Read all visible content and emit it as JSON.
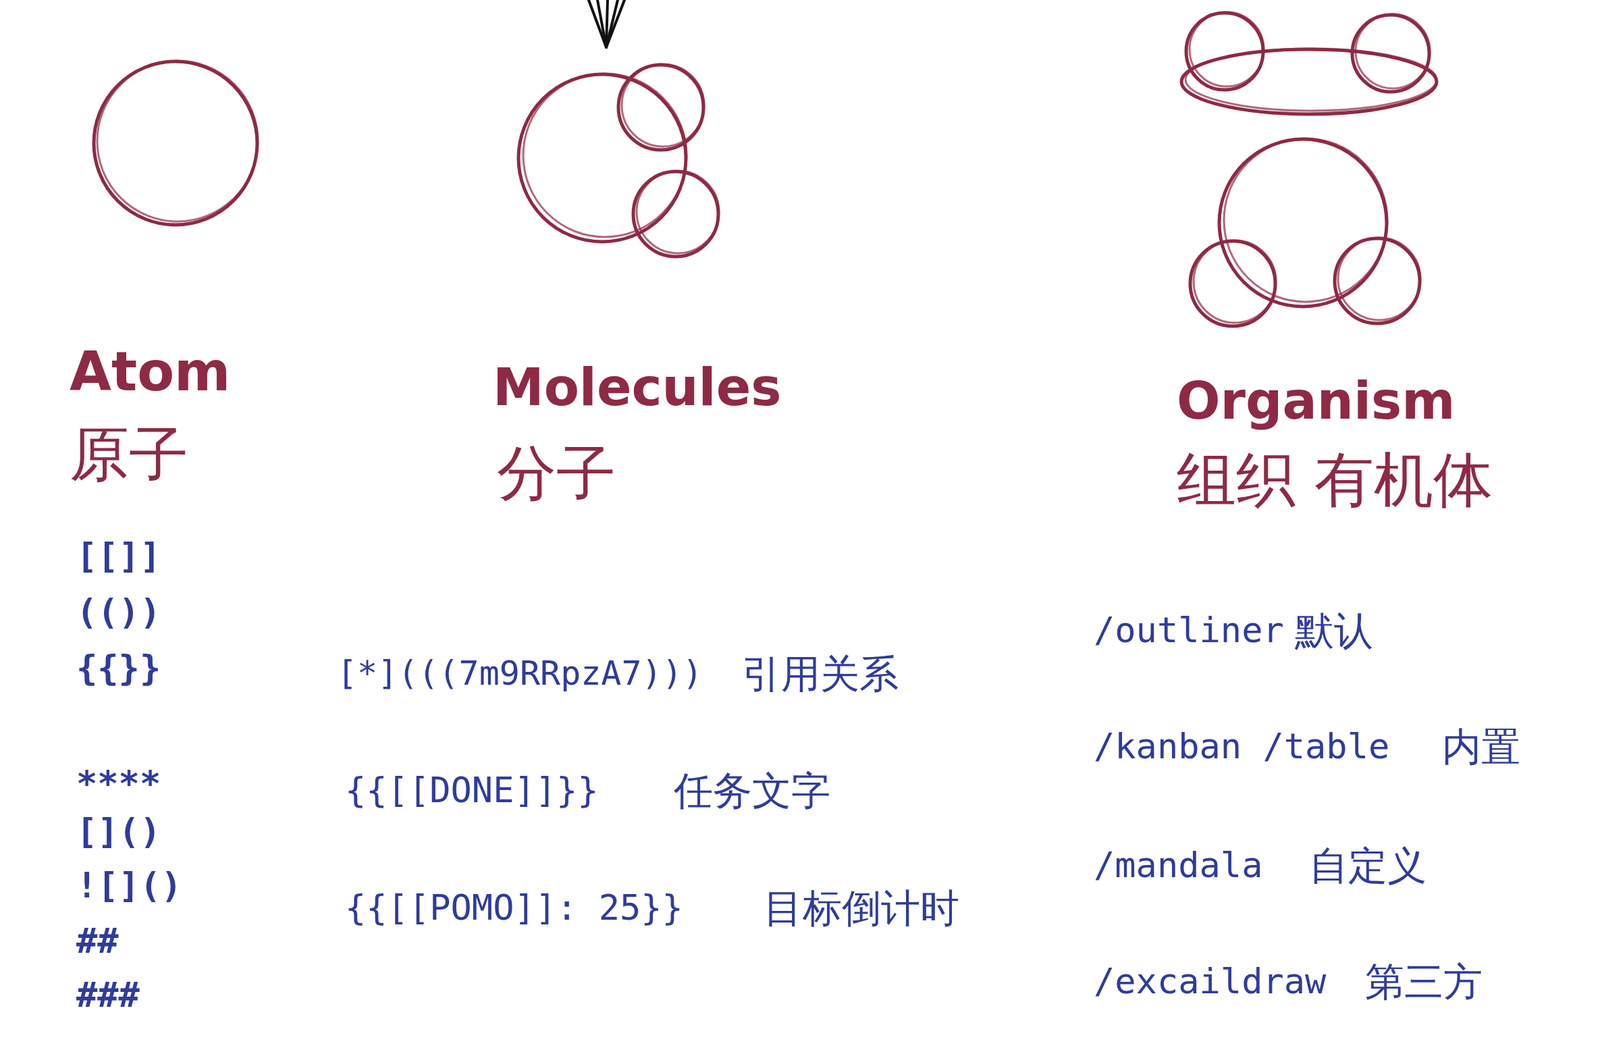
{
  "diagram": {
    "labels": [
      "Atom",
      "原子",
      "Molecules",
      "分子",
      "Organism",
      "组织 有机体",
      "[[]]",
      "(())",
      "{{}}",
      "****",
      "[]()",
      "![]()",
      "##",
      "###",
      "[*](((7m9RRpzA7)))",
      "引用关系",
      "{{[[DONE]]}}",
      "任务文字",
      "{{[[POMO]]: 25}}",
      "目标倒计时",
      "/outliner",
      "默认",
      "/kanban /table",
      "内置",
      "/mandala",
      "自定义",
      "/excaildraw",
      "第三方"
    ]
  }
}
